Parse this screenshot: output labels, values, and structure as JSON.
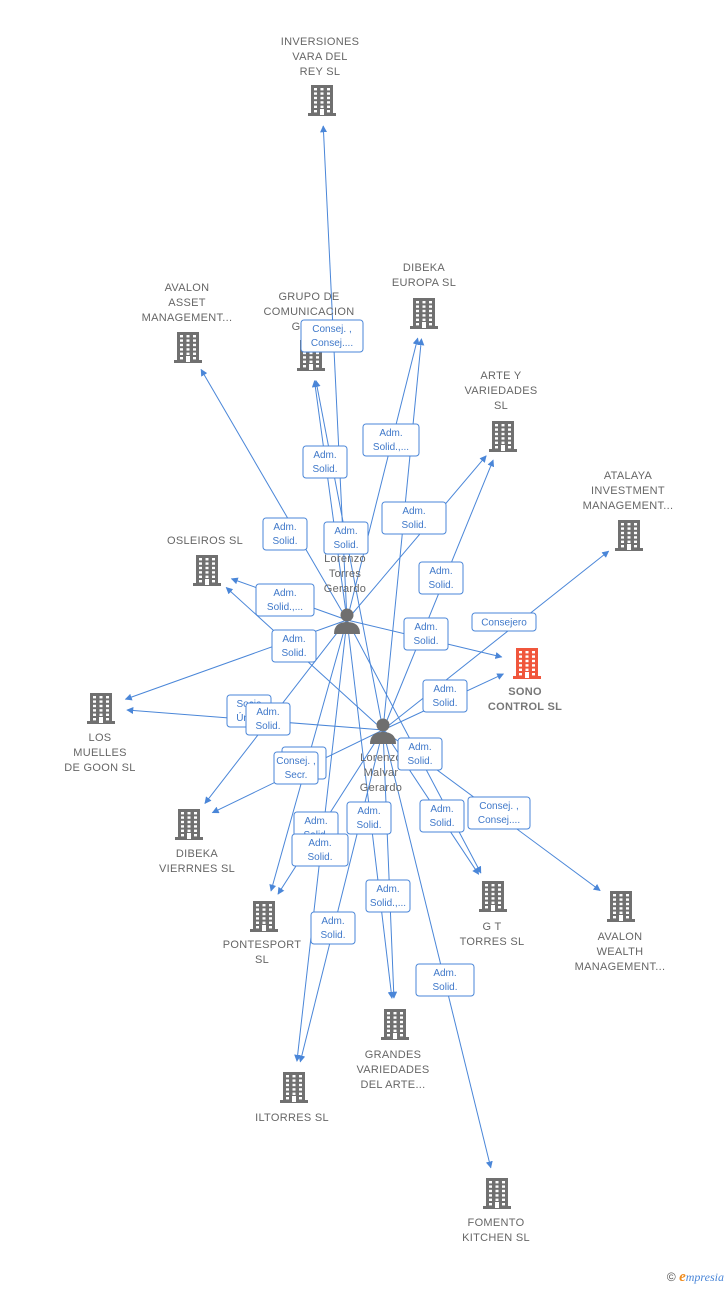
{
  "colors": {
    "edge": "#4a86d8",
    "building": "#707070",
    "focus_building": "#f0563c",
    "person": "#6f6f6f"
  },
  "nodes": [
    {
      "id": "inversiones",
      "kind": "company",
      "label": [
        "INVERSIONES",
        "VARA DEL",
        "REY SL"
      ]
    },
    {
      "id": "dibeka_europa",
      "kind": "company",
      "label": [
        "DIBEKA",
        "EUROPA  SL"
      ]
    },
    {
      "id": "avalon_asset",
      "kind": "company",
      "label": [
        "AVALON",
        "ASSET",
        "MANAGEMENT..."
      ]
    },
    {
      "id": "grupo_de",
      "kind": "company",
      "label": [
        "GRUPO DE",
        "COMUNICACION",
        "GED..."
      ]
    },
    {
      "id": "arte_y",
      "kind": "company",
      "label": [
        "ARTE Y",
        "VARIEDADES",
        "SL"
      ]
    },
    {
      "id": "atalaya",
      "kind": "company",
      "label": [
        "ATALAYA",
        "INVESTMENT",
        "MANAGEMENT..."
      ]
    },
    {
      "id": "osleiros",
      "kind": "company",
      "label": [
        "OSLEIROS  SL"
      ]
    },
    {
      "id": "sono",
      "kind": "company",
      "focus": true,
      "label": [
        "SONO",
        "CONTROL  SL"
      ]
    },
    {
      "id": "muelles",
      "kind": "company",
      "label": [
        "LOS",
        "MUELLES",
        "DE GOON  SL"
      ]
    },
    {
      "id": "dibeka_vierrnes",
      "kind": "company",
      "label": [
        "DIBEKA",
        "VIERRNES  SL"
      ]
    },
    {
      "id": "gt_torres",
      "kind": "company",
      "label": [
        "G T",
        "TORRES  SL"
      ]
    },
    {
      "id": "avalon_wealth",
      "kind": "company",
      "label": [
        "AVALON",
        "WEALTH",
        "MANAGEMENT..."
      ]
    },
    {
      "id": "pontesport",
      "kind": "company",
      "label": [
        "PONTESPORT",
        "SL"
      ]
    },
    {
      "id": "grandes",
      "kind": "company",
      "label": [
        "GRANDES",
        "VARIEDADES",
        "DEL ARTE..."
      ]
    },
    {
      "id": "iltorres",
      "kind": "company",
      "label": [
        "ILTORRES  SL"
      ]
    },
    {
      "id": "fomento",
      "kind": "company",
      "label": [
        "FOMENTO",
        "KITCHEN  SL"
      ]
    },
    {
      "id": "p1",
      "kind": "person",
      "label": [
        "Lorenzo",
        "Torres",
        "Gerardo"
      ]
    },
    {
      "id": "p2",
      "kind": "person",
      "label": [
        "Lorenzo",
        "Malvar",
        "Gerardo"
      ]
    }
  ],
  "edges": [
    {
      "from": "p1",
      "to": "inversiones"
    },
    {
      "from": "p1",
      "to": "dibeka_europa"
    },
    {
      "from": "p1",
      "to": "avalon_asset"
    },
    {
      "from": "p1",
      "to": "grupo_de"
    },
    {
      "from": "p1",
      "to": "arte_y"
    },
    {
      "from": "p1",
      "to": "osleiros"
    },
    {
      "from": "p1",
      "to": "sono"
    },
    {
      "from": "p1",
      "to": "muelles"
    },
    {
      "from": "p1",
      "to": "dibeka_vierrnes"
    },
    {
      "from": "p1",
      "to": "pontesport"
    },
    {
      "from": "p1",
      "to": "gt_torres"
    },
    {
      "from": "p1",
      "to": "grandes"
    },
    {
      "from": "p1",
      "to": "iltorres"
    },
    {
      "from": "p2",
      "to": "grupo_de"
    },
    {
      "from": "p2",
      "to": "dibeka_europa"
    },
    {
      "from": "p2",
      "to": "arte_y"
    },
    {
      "from": "p2",
      "to": "atalaya"
    },
    {
      "from": "p2",
      "to": "sono"
    },
    {
      "from": "p2",
      "to": "osleiros"
    },
    {
      "from": "p2",
      "to": "muelles"
    },
    {
      "from": "p2",
      "to": "dibeka_vierrnes"
    },
    {
      "from": "p2",
      "to": "pontesport"
    },
    {
      "from": "p2",
      "to": "gt_torres"
    },
    {
      "from": "p2",
      "to": "avalon_wealth"
    },
    {
      "from": "p2",
      "to": "grandes"
    },
    {
      "from": "p2",
      "to": "iltorres"
    },
    {
      "from": "p2",
      "to": "fomento"
    }
  ],
  "edge_labels": [
    [
      "Consej. ,",
      "Consej...."
    ],
    [
      "Adm.",
      "Solid.,..."
    ],
    [
      "Adm.",
      "Solid."
    ],
    [
      "Adm.",
      "Solid."
    ],
    [
      "Adm.",
      "Solid."
    ],
    [
      "Adm.",
      "Solid."
    ],
    [
      "Adm.",
      "Solid."
    ],
    [
      "Adm.",
      "Solid.,..."
    ],
    [
      "Adm.",
      "Solid."
    ],
    [
      "Adm.",
      "Solid."
    ],
    [
      "Consejero"
    ],
    [
      "Adm.",
      "Solid."
    ],
    [
      "Socio",
      "Único"
    ],
    [
      "Adm.",
      "Solid."
    ],
    [
      "Adm.",
      "Solid."
    ],
    [
      "Adm.",
      "Solid."
    ],
    [
      "Adm.",
      "Solid."
    ],
    [
      "Consej. ,",
      "Consej...."
    ],
    [
      "Adm.",
      "Solid."
    ],
    [
      "Adm.",
      "Solid."
    ],
    [
      "Adm.",
      "Solid.,..."
    ],
    [
      "Adm.",
      "Solid."
    ],
    [
      "Adm.",
      "Solid."
    ],
    [
      "Adm.",
      "Solid."
    ],
    [
      "Consej. ,",
      "Secr."
    ]
  ],
  "brand": {
    "copyright": "©",
    "initial": "e",
    "rest": "mpresia"
  }
}
